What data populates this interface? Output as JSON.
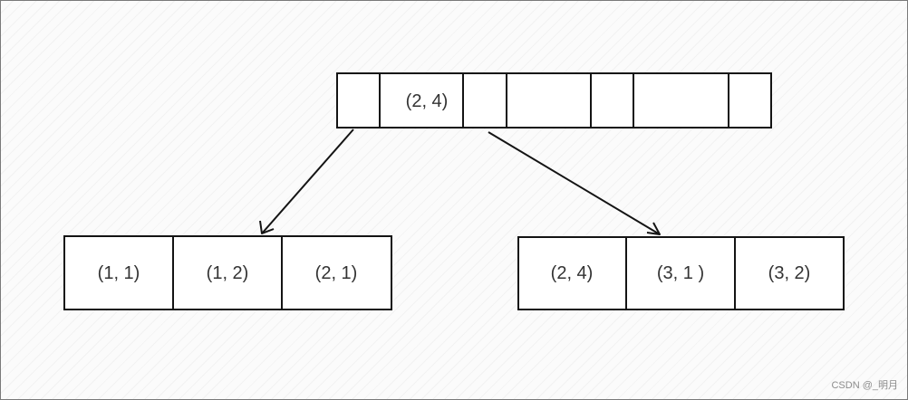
{
  "root_node": {
    "cells": [
      "",
      "(2, 4)",
      "",
      "",
      "",
      "",
      ""
    ]
  },
  "left_leaf": {
    "cells": [
      "(1, 1)",
      "(1, 2)",
      "(2, 1)"
    ]
  },
  "right_leaf": {
    "cells": [
      "(2, 4)",
      "(3, 1 )",
      "(3, 2)"
    ]
  },
  "watermark": "CSDN @_明月",
  "colors": {
    "stroke": "#141414",
    "text": "#333333",
    "background": "#fbfbfb"
  }
}
